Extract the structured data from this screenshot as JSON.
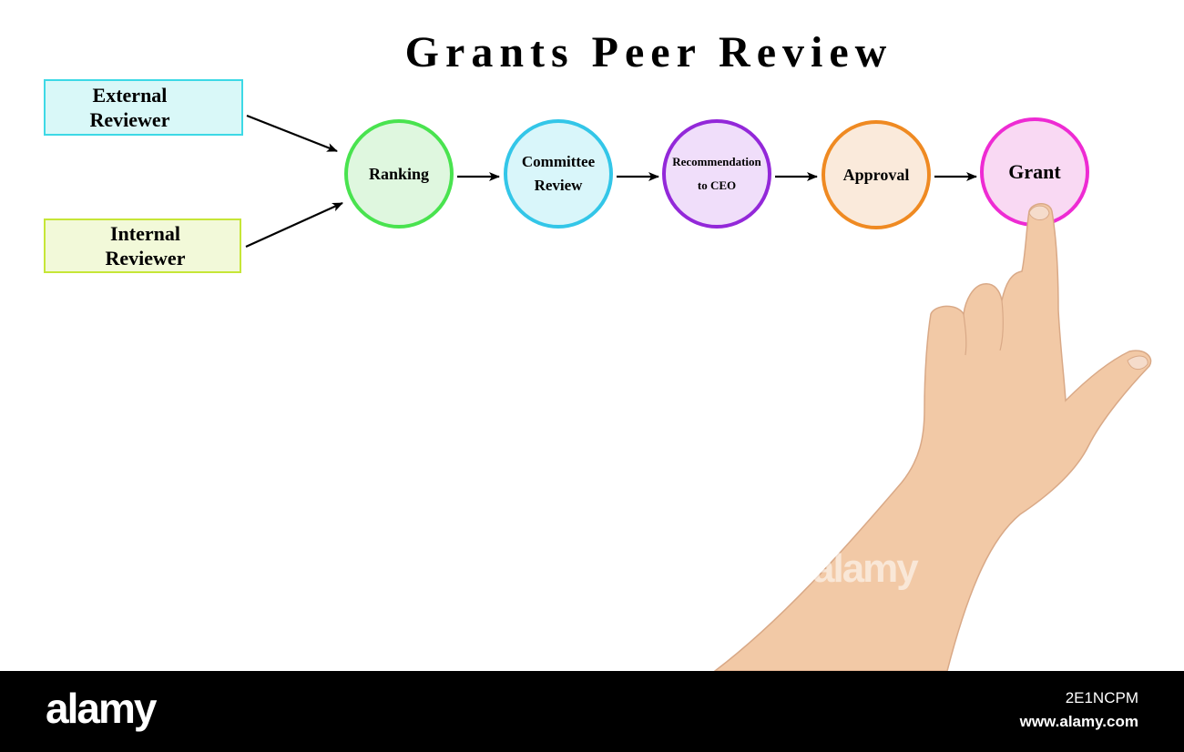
{
  "diagram": {
    "title": "Grants Peer Review",
    "inputs": [
      {
        "label_line1": "External",
        "label_line2": "Reviewer",
        "border": "#3dd9e6",
        "fill": "#d9f8f8"
      },
      {
        "label_line1": "Internal",
        "label_line2": "Reviewer",
        "border": "#c6e637",
        "fill": "#f2f9d9"
      }
    ],
    "steps": [
      {
        "line1": "Ranking",
        "line2": "",
        "border": "#49e34f",
        "fill": "#dff7df"
      },
      {
        "line1": "Committee",
        "line2": "Review",
        "border": "#33c6e8",
        "fill": "#d9f6fa"
      },
      {
        "line1": "Recommendation",
        "line2": "to CEO",
        "border": "#9328d9",
        "fill": "#f0defa"
      },
      {
        "line1": "Approval",
        "line2": "",
        "border": "#ef8a22",
        "fill": "#faeadb"
      },
      {
        "line1": "Grant",
        "line2": "",
        "border": "#ee2bd3",
        "fill": "#f9d9f3"
      }
    ]
  },
  "footer": {
    "brand": "alamy",
    "image_id": "2E1NCPM",
    "url": "www.alamy.com"
  },
  "watermark": "alamy"
}
